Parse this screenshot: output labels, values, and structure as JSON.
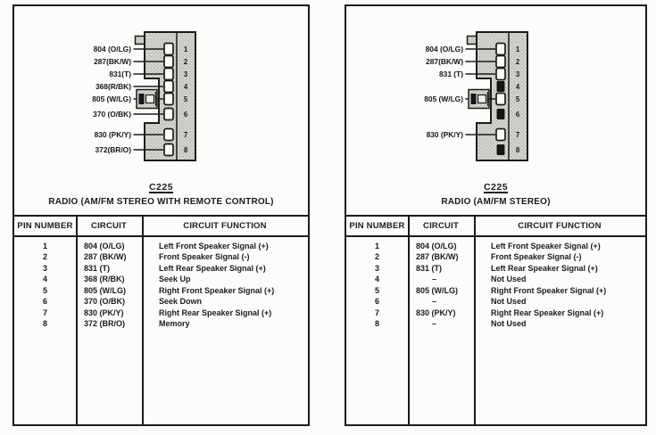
{
  "page": {
    "kind": "radio-connector-wiring-diagram"
  },
  "panels": [
    {
      "connector_label": "C225",
      "title": "RADIO (AM/FM STEREO WITH REMOTE CONTROL)",
      "diagram": {
        "pins": [
          {
            "number": "1",
            "used": true
          },
          {
            "number": "2",
            "used": true
          },
          {
            "number": "3",
            "used": true
          },
          {
            "number": "4",
            "used": true
          },
          {
            "number": "5",
            "used": true
          },
          {
            "number": "6",
            "used": true
          },
          {
            "number": "7",
            "used": true
          },
          {
            "number": "8",
            "used": true
          }
        ],
        "wire_labels": [
          {
            "pin": 1,
            "text": "804 (O/LG)"
          },
          {
            "pin": 2,
            "text": "287(BK/W)"
          },
          {
            "pin": 3,
            "text": "831(T)"
          },
          {
            "pin": 4,
            "text": "368(R/BK)"
          },
          {
            "pin": 5,
            "text": "805 (W/LG)"
          },
          {
            "pin": 6,
            "text": "370 (O/BK)"
          },
          {
            "pin": 7,
            "text": "830 (PK/Y)"
          },
          {
            "pin": 8,
            "text": "372(BR/O)"
          }
        ]
      },
      "table": {
        "headers": [
          "PIN NUMBER",
          "CIRCUIT",
          "CIRCUIT FUNCTION"
        ],
        "rows": [
          {
            "pin": "1",
            "circuit": "804 (O/LG)",
            "function": "Left Front Speaker Signal (+)"
          },
          {
            "pin": "2",
            "circuit": "287 (BK/W)",
            "function": "Front Speaker Signal (-)"
          },
          {
            "pin": "3",
            "circuit": "831 (T)",
            "function": "Left Rear Speaker Signal (+)"
          },
          {
            "pin": "4",
            "circuit": "368 (R/BK)",
            "function": "Seek Up"
          },
          {
            "pin": "5",
            "circuit": "805 (W/LG)",
            "function": "Right Front Speaker Signal (+)"
          },
          {
            "pin": "6",
            "circuit": "370 (O/BK)",
            "function": "Seek Down"
          },
          {
            "pin": "7",
            "circuit": "830 (PK/Y)",
            "function": "Right Rear Speaker Signal (+)"
          },
          {
            "pin": "8",
            "circuit": "372 (BR/O)",
            "function": "Memory"
          }
        ]
      }
    },
    {
      "connector_label": "C225",
      "title": "RADIO (AM/FM STEREO)",
      "diagram": {
        "pins": [
          {
            "number": "1",
            "used": true
          },
          {
            "number": "2",
            "used": true
          },
          {
            "number": "3",
            "used": true
          },
          {
            "number": "4",
            "used": false
          },
          {
            "number": "5",
            "used": true
          },
          {
            "number": "6",
            "used": false
          },
          {
            "number": "7",
            "used": true
          },
          {
            "number": "8",
            "used": false
          }
        ],
        "wire_labels": [
          {
            "pin": 1,
            "text": "804 (O/LG)"
          },
          {
            "pin": 2,
            "text": "287(BK/W)"
          },
          {
            "pin": 3,
            "text": "831 (T)"
          },
          {
            "pin": 5,
            "text": "805 (W/LG)"
          },
          {
            "pin": 7,
            "text": "830 (PK/Y)"
          }
        ]
      },
      "table": {
        "headers": [
          "PIN NUMBER",
          "CIRCUIT",
          "CIRCUIT FUNCTION"
        ],
        "rows": [
          {
            "pin": "1",
            "circuit": "804 (O/LG)",
            "function": "Left Front Speaker Signal (+)"
          },
          {
            "pin": "2",
            "circuit": "287 (BK/W)",
            "function": "Front Speaker Signal (-)"
          },
          {
            "pin": "3",
            "circuit": "831 (T)",
            "function": "Left Rear Speaker Signal (+)"
          },
          {
            "pin": "4",
            "circuit": "–",
            "function": "Not Used"
          },
          {
            "pin": "5",
            "circuit": "805 (W/LG)",
            "function": "Right Front Speaker Signal (+)"
          },
          {
            "pin": "6",
            "circuit": "–",
            "function": "Not Used"
          },
          {
            "pin": "7",
            "circuit": "830 (PK/Y)",
            "function": "Right Rear Speaker Signal (+)"
          },
          {
            "pin": "8",
            "circuit": "–",
            "function": "Not Used"
          }
        ]
      }
    }
  ]
}
